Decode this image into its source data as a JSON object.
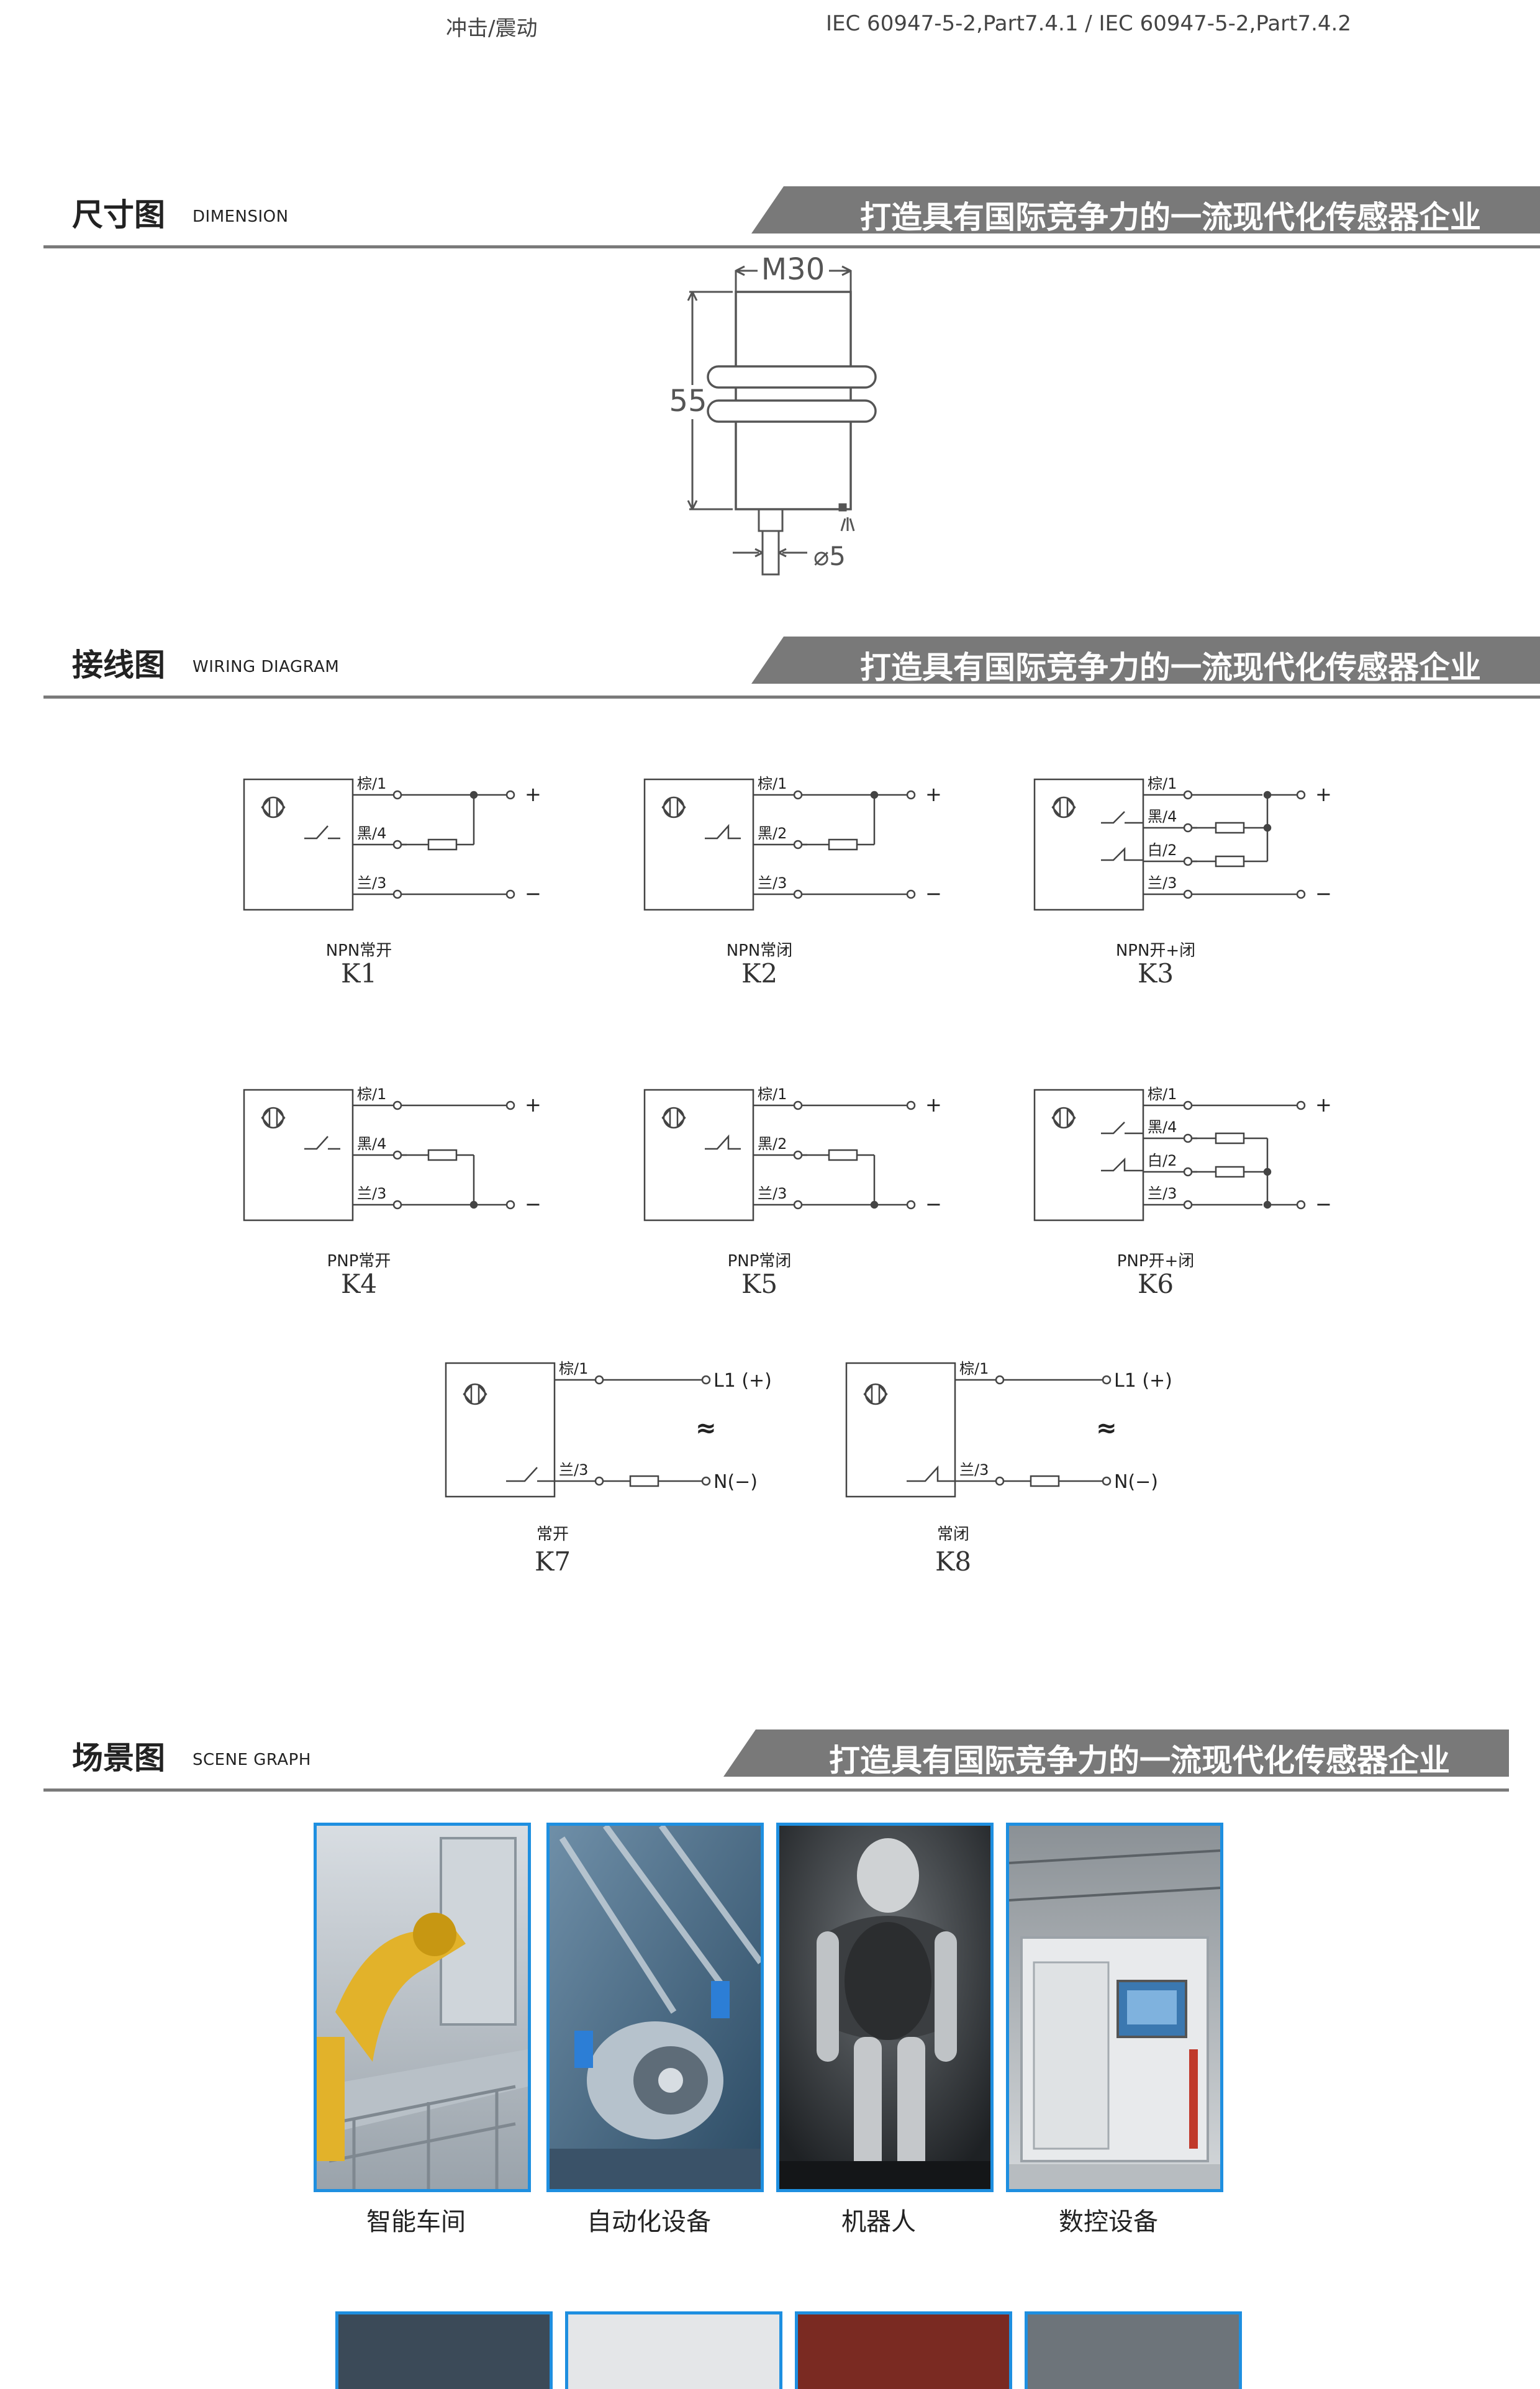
{
  "spec": {
    "label": "冲击/震动",
    "value": "IEC 60947-5-2,Part7.4.1  /  IEC 60947-5-2,Part7.4.2"
  },
  "slogan": "打造具有国际竞争力的一流现代化传感器企业",
  "sections": {
    "dimension": {
      "cn": "尺寸图",
      "en": "DIMENSION"
    },
    "wiring": {
      "cn": "接线图",
      "en": "WIRING DIAGRAM"
    },
    "scene": {
      "cn": "场景图",
      "en": "SCENE GRAPH"
    }
  },
  "dimension": {
    "thread": "M30",
    "length": "55",
    "cable": "⌀5"
  },
  "wire_labels": {
    "brown1": "棕/1",
    "black4": "黑/4",
    "black2": "黑/2",
    "blue3": "兰/3",
    "white2": "白/2",
    "plus": "+",
    "minus": "−",
    "l1": "L1 (+)",
    "n": "N(−)",
    "ac": "≈"
  },
  "wiring_diagrams": [
    {
      "name": "NPN常开",
      "code": "K1"
    },
    {
      "name": "NPN常闭",
      "code": "K2"
    },
    {
      "name": "NPN开+闭",
      "code": "K3"
    },
    {
      "name": "PNP常开",
      "code": "K4"
    },
    {
      "name": "PNP常闭",
      "code": "K5"
    },
    {
      "name": "PNP开+闭",
      "code": "K6"
    },
    {
      "name": "常开",
      "code": "K7"
    },
    {
      "name": "常闭",
      "code": "K8"
    }
  ],
  "scenes": [
    {
      "label": "智能车间",
      "icon": "factory-robot-arm-photo"
    },
    {
      "label": "自动化设备",
      "icon": "automation-machine-photo"
    },
    {
      "label": "机器人",
      "icon": "humanoid-robot-photo"
    },
    {
      "label": "数控设备",
      "icon": "cnc-machine-photo"
    }
  ],
  "colors": {
    "accent_border": "#1e8fe0",
    "band": "#797979"
  }
}
